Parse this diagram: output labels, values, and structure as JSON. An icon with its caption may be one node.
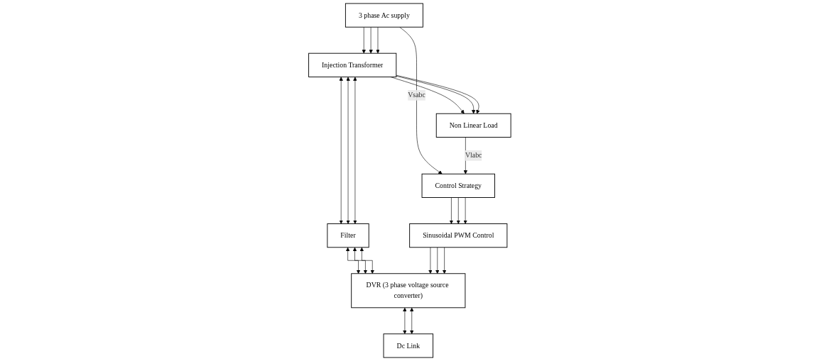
{
  "diagram": {
    "nodes": [
      {
        "text": [
          "3 phase Ac supply"
        ]
      },
      {
        "text": [
          "Injection Transformer"
        ]
      },
      {
        "text": [
          "Non Linear Load"
        ]
      },
      {
        "text": [
          "Filter"
        ]
      },
      {
        "text": [
          "Sinusoidal PWM Control"
        ]
      },
      {
        "text": [
          "DVR (3 phase voltage source converter)"
        ]
      },
      {
        "text": [
          "Dc Link"
        ]
      },
      {
        "text": [
          "Control Strategy"
        ]
      }
    ],
    "edges": [
      {
        "from": 0,
        "to": 1,
        "arrow": "to"
      },
      {
        "from": 0,
        "to": 1,
        "arrow": "to"
      },
      {
        "from": 0,
        "to": 1,
        "arrow": "to"
      },
      {
        "from": 1,
        "to": 2,
        "arrow": "to"
      },
      {
        "from": 1,
        "to": 2,
        "arrow": "to"
      },
      {
        "from": 1,
        "to": 2,
        "arrow": "to"
      },
      {
        "from": 1,
        "to": 3,
        "arrow": "both"
      },
      {
        "from": 1,
        "to": 3,
        "arrow": "both"
      },
      {
        "from": 1,
        "to": 3,
        "arrow": "both"
      },
      {
        "from": 3,
        "to": 5,
        "arrow": "both"
      },
      {
        "from": 3,
        "to": 5,
        "arrow": "both"
      },
      {
        "from": 3,
        "to": 5,
        "arrow": "both"
      },
      {
        "from": 4,
        "to": 5,
        "arrow": "to"
      },
      {
        "from": 4,
        "to": 5,
        "arrow": "to"
      },
      {
        "from": 4,
        "to": 5,
        "arrow": "to"
      },
      {
        "from": 5,
        "to": 6,
        "arrow": "both"
      },
      {
        "from": 5,
        "to": 6,
        "arrow": "both"
      },
      {
        "from": 7,
        "to": 4,
        "arrow": "to"
      },
      {
        "from": 7,
        "to": 4,
        "arrow": "to"
      },
      {
        "from": 7,
        "to": 4,
        "arrow": "to"
      },
      {
        "from": 0,
        "to": 7,
        "arrow": "to",
        "label": "Vsabc"
      },
      {
        "from": 2,
        "to": 7,
        "arrow": "to",
        "label": "Vlabc"
      }
    ]
  }
}
